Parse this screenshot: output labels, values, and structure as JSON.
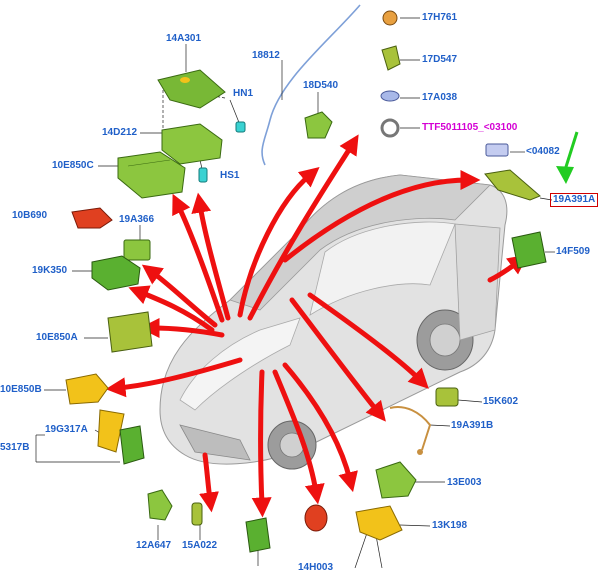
{
  "colors": {
    "label": "#1f5fc8",
    "label_special": "#d400d4",
    "arrow": "#ee1010",
    "highlight_border": "#d00000",
    "pointer": "#22cc22",
    "part_green": "#78b836",
    "part_yellow": "#f2c21a",
    "part_red": "#e04020",
    "vehicle": "#d9d9d9"
  },
  "labels": {
    "p14A301": "14A301",
    "pHN1": "HN1",
    "p14D212": "14D212",
    "p10E850C": "10E850C",
    "pHS1": "HS1",
    "p18812": "18812",
    "p18D540": "18D540",
    "p10B690": "10B690",
    "p19A366": "19A366",
    "p19K350": "19K350",
    "p10E850A": "10E850A",
    "p10E850B": "10E850B",
    "p19G317A": "19G317A",
    "p19G317B_partial": "5317B",
    "p12A647": "12A647",
    "p15A022": "15A022",
    "p14H003_partial": "14H003",
    "p17H761": "17H761",
    "p17D547": "17D547",
    "p17A038": "17A038",
    "pTTF": "TTF5011105_<03100",
    "p04082": "<04082",
    "p19A391A": "19A391A",
    "p14F509": "14F509",
    "p15K602": "15K602",
    "p19A391B": "19A391B",
    "p13E003": "13E003",
    "p13K198": "13K198"
  }
}
